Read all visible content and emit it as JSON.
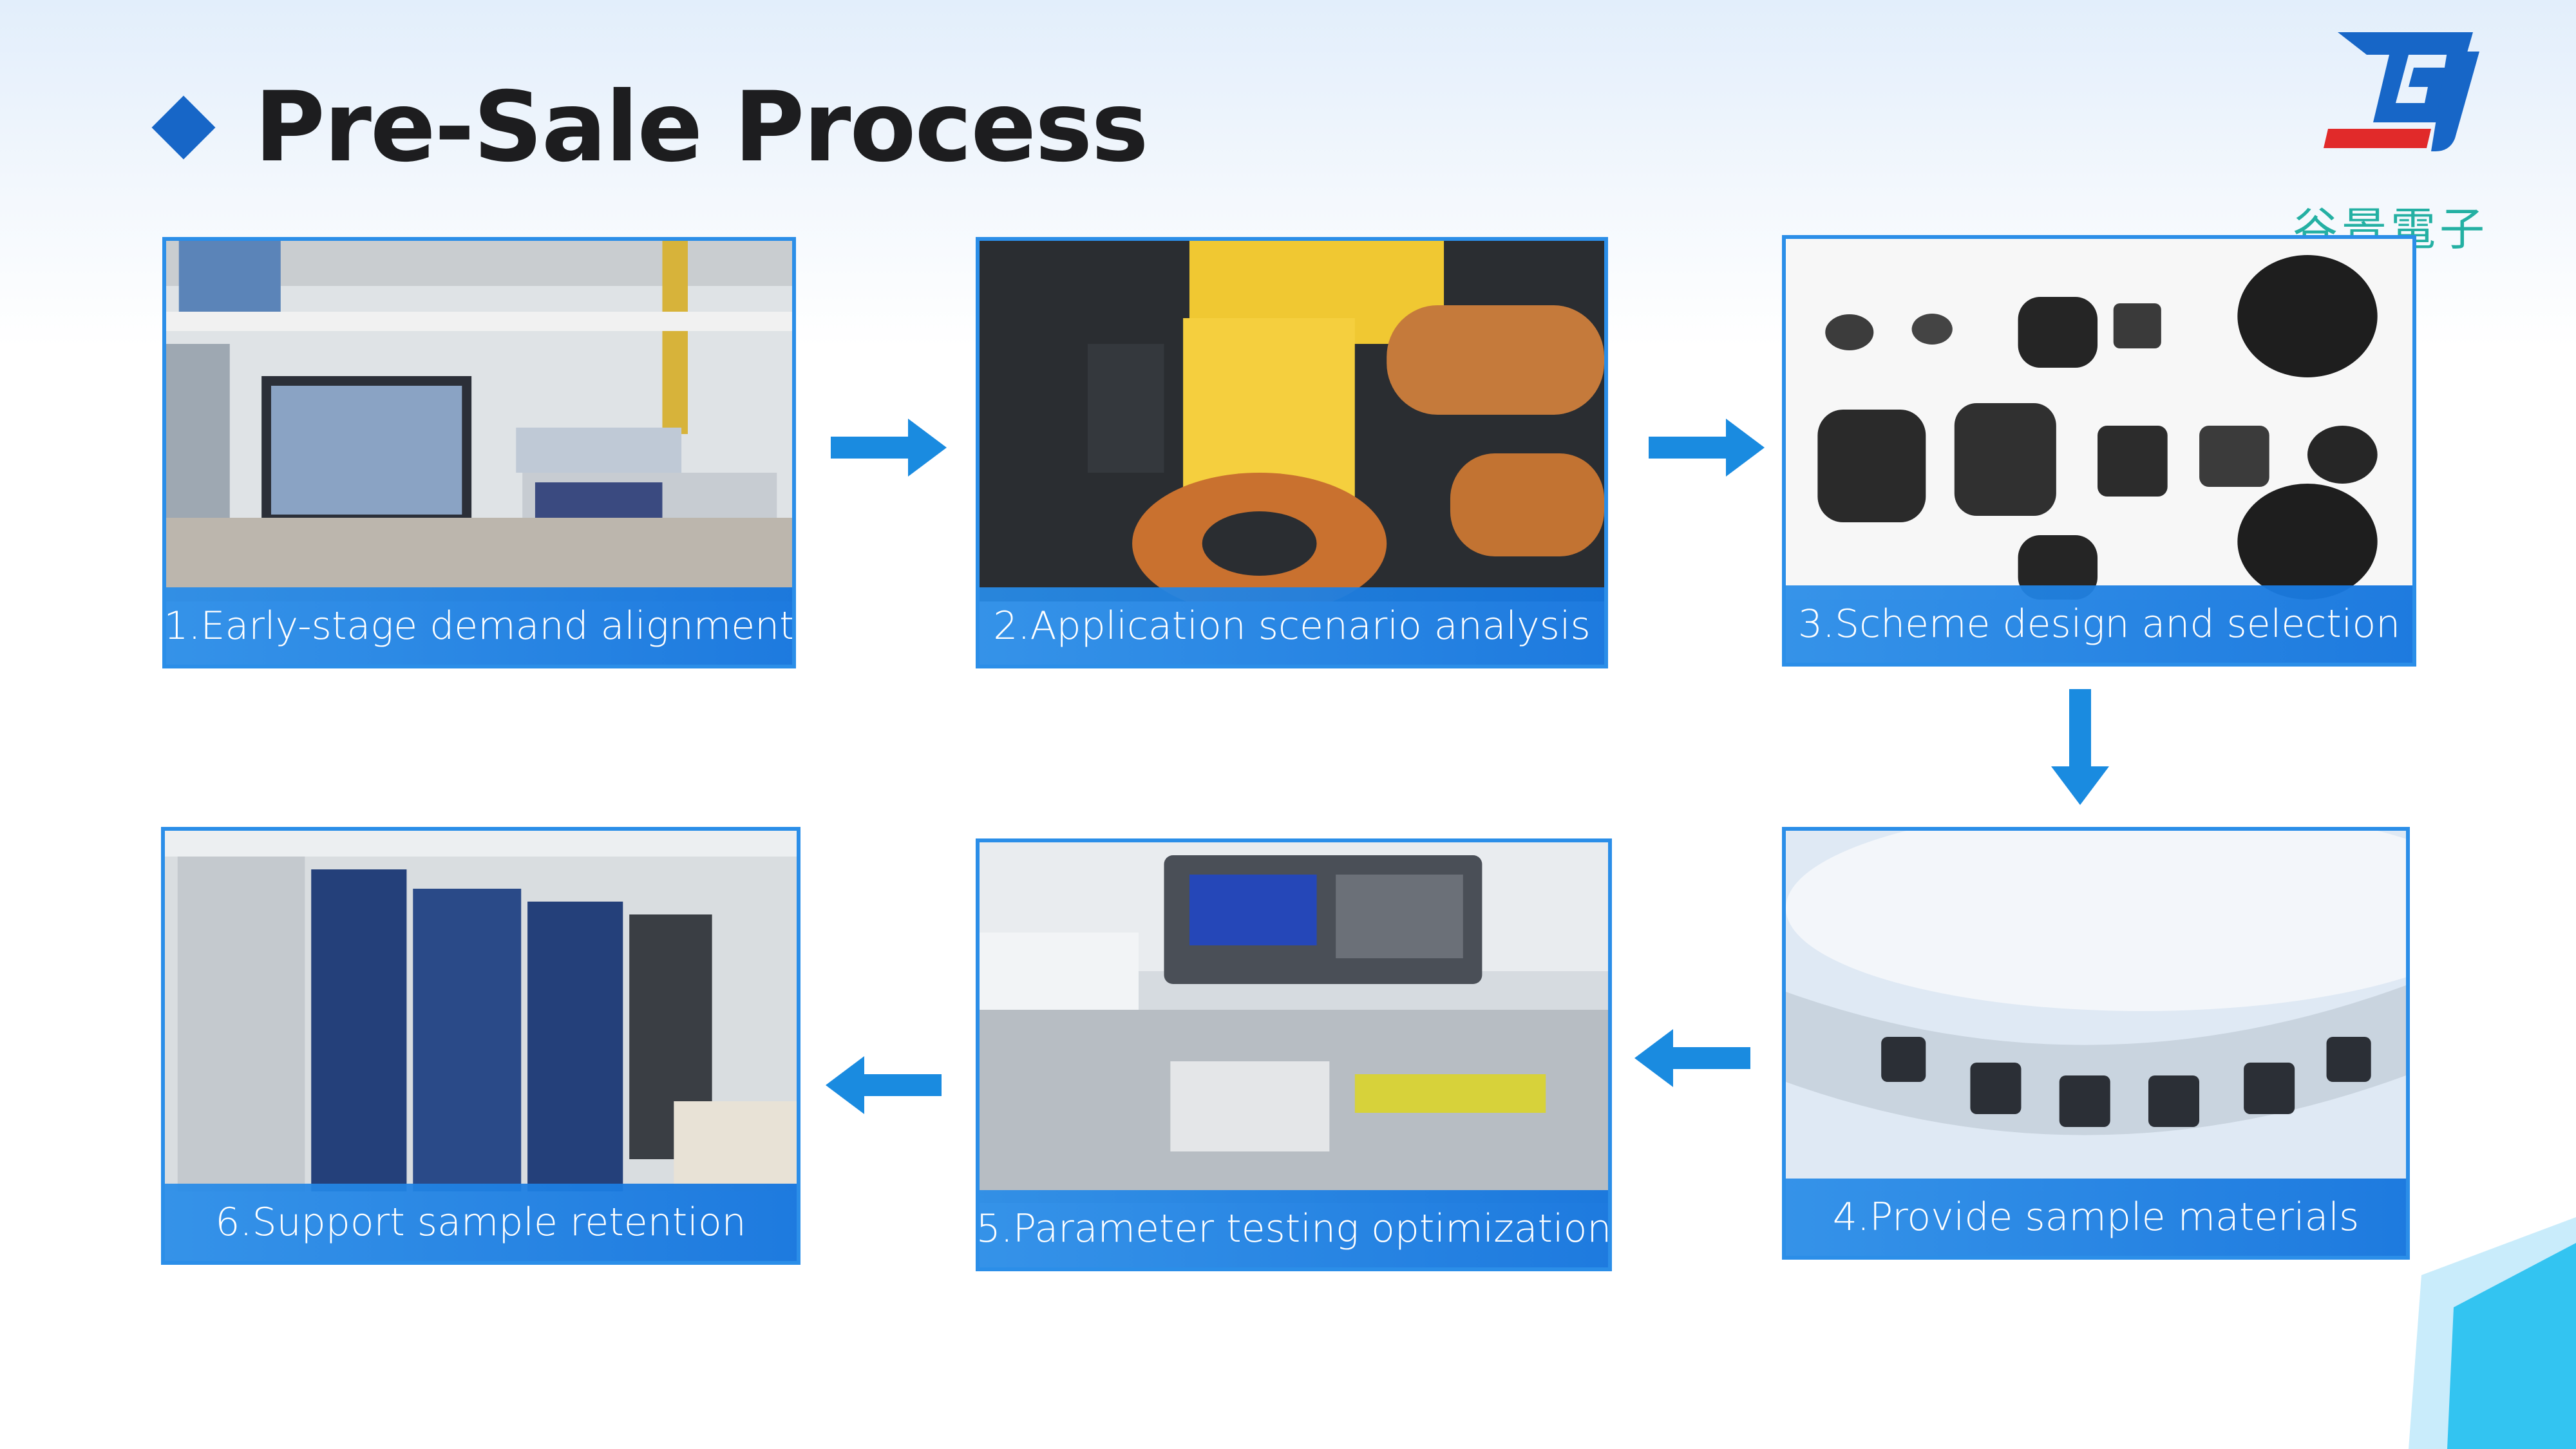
{
  "title": "Pre-Sale Process",
  "brand": {
    "name_cn": "谷景電子",
    "colors": {
      "blue": "#1766c7",
      "red": "#e12a2a",
      "teal": "#24b0a3"
    }
  },
  "steps": [
    {
      "label": "1.Early-stage demand alignment",
      "image": "office-computer-photo"
    },
    {
      "label": "2.Application scenario analysis",
      "image": "circuit-board-photo"
    },
    {
      "label": "3.Scheme design and selection",
      "image": "inductor-components-photo"
    },
    {
      "label": "4.Provide sample materials",
      "image": "sample-reel-photo"
    },
    {
      "label": "5.Parameter testing optimization",
      "image": "lcr-meter-photo"
    },
    {
      "label": "6.Support sample retention",
      "image": "sample-storage-photo"
    }
  ],
  "colors": {
    "frame": "#2b8ee8",
    "arrow": "#1a8be0"
  }
}
